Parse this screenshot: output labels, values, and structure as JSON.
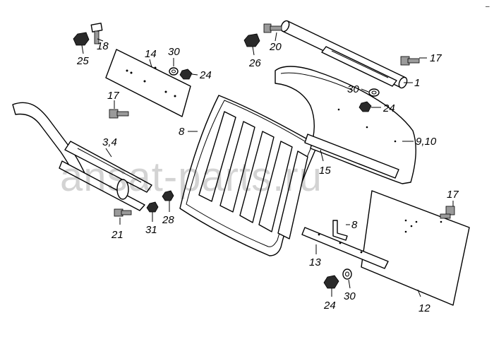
{
  "corner_mark": "–",
  "watermark": "ansat-parts.ru",
  "callouts": {
    "c1": "1",
    "c3_4": "3,4",
    "c8a": "8",
    "c8b": "8",
    "c9_10": "9,10",
    "c12": "12",
    "c13": "13",
    "c14": "14",
    "c15": "15",
    "c17a": "17",
    "c17b": "17",
    "c17c": "17",
    "c18": "18",
    "c20": "20",
    "c21": "21",
    "c24a": "24",
    "c24b": "24",
    "c24c": "24",
    "c25": "25",
    "c26": "26",
    "c28": "28",
    "c30a": "30",
    "c30b": "30",
    "c30c": "30",
    "c31": "31"
  }
}
